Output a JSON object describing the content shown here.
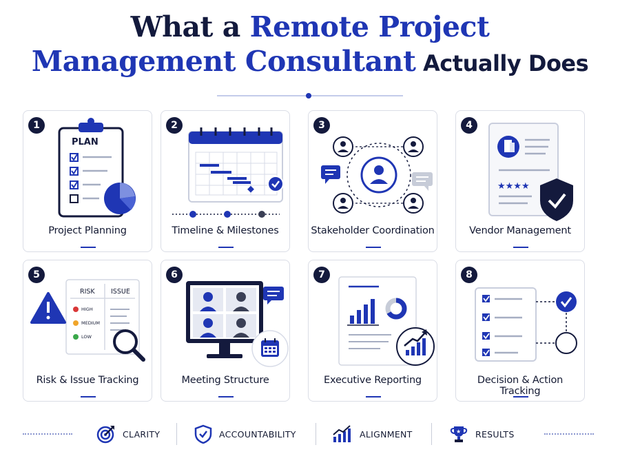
{
  "title": {
    "part1": "What a ",
    "part2": "Remote Project",
    "part3": "Management Consultant",
    "part4": " Actually Does"
  },
  "cards": [
    {
      "number": "1",
      "label": "Project Planning",
      "icon_text": "PLAN"
    },
    {
      "number": "2",
      "label": "Timeline & Milestones"
    },
    {
      "number": "3",
      "label": "Stakeholder Coordination"
    },
    {
      "number": "4",
      "label": "Vendor Management"
    },
    {
      "number": "5",
      "label": "Risk & Issue Tracking",
      "table": {
        "col1": "RISK",
        "col2": "ISSUE",
        "levels": [
          "HIGH",
          "MEDIUM",
          "LOW"
        ]
      }
    },
    {
      "number": "6",
      "label": "Meeting Structure"
    },
    {
      "number": "7",
      "label": "Executive Reporting"
    },
    {
      "number": "8",
      "label": "Decision & Action Tracking"
    }
  ],
  "footer": [
    "CLARITY",
    "ACCOUNTABILITY",
    "ALIGNMENT",
    "RESULTS"
  ],
  "colors": {
    "navy": "#141a3d",
    "accent": "#1f36b4",
    "high": "#d93838",
    "medium": "#f0a52b",
    "low": "#3aa84a"
  }
}
